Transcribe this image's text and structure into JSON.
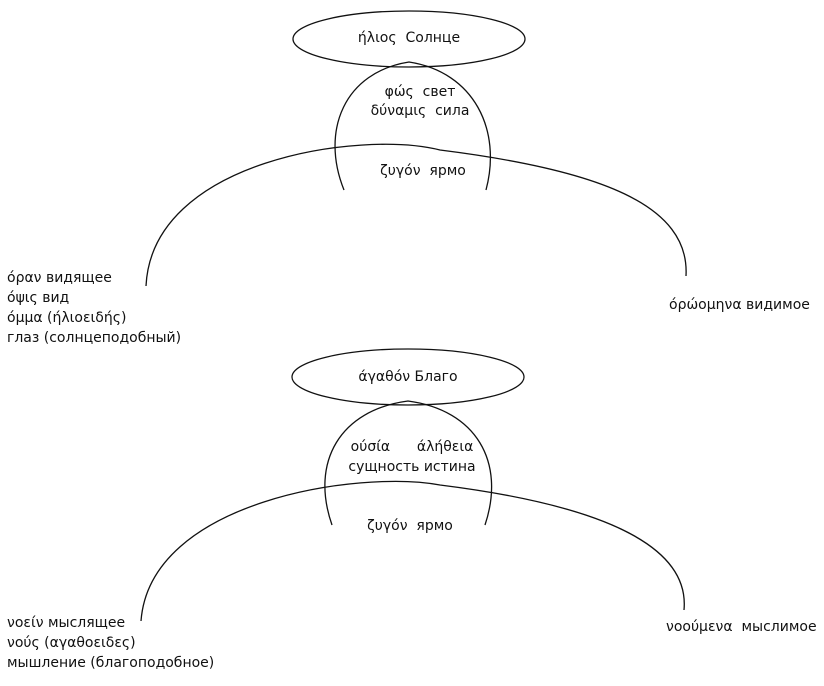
{
  "diagram_top": {
    "top_node": "ήλιος  Солнце",
    "middle_line_1": "φώς  свет",
    "middle_line_2": "δύναμις  сила",
    "yoke": "ζυγόν  ярмо",
    "left_lines": [
      "όραν видящее",
      "όψις вид",
      "όμμα (ήλιοειδής)",
      "глаз (солнцеподобный)"
    ],
    "right": "όρώομηνα видимое"
  },
  "diagram_bottom": {
    "top_node": "άγαθόν Благо",
    "middle_line_1": "ούσία      άλήθεια",
    "middle_line_2": "сущность истина",
    "yoke": "ζυγόν  ярмо",
    "left_lines": [
      "νοείν мыслящее",
      "νούς (αγαθοειδες)",
      "мышление (благоподобное)"
    ],
    "right": "νοούμενα  мыслимое"
  }
}
